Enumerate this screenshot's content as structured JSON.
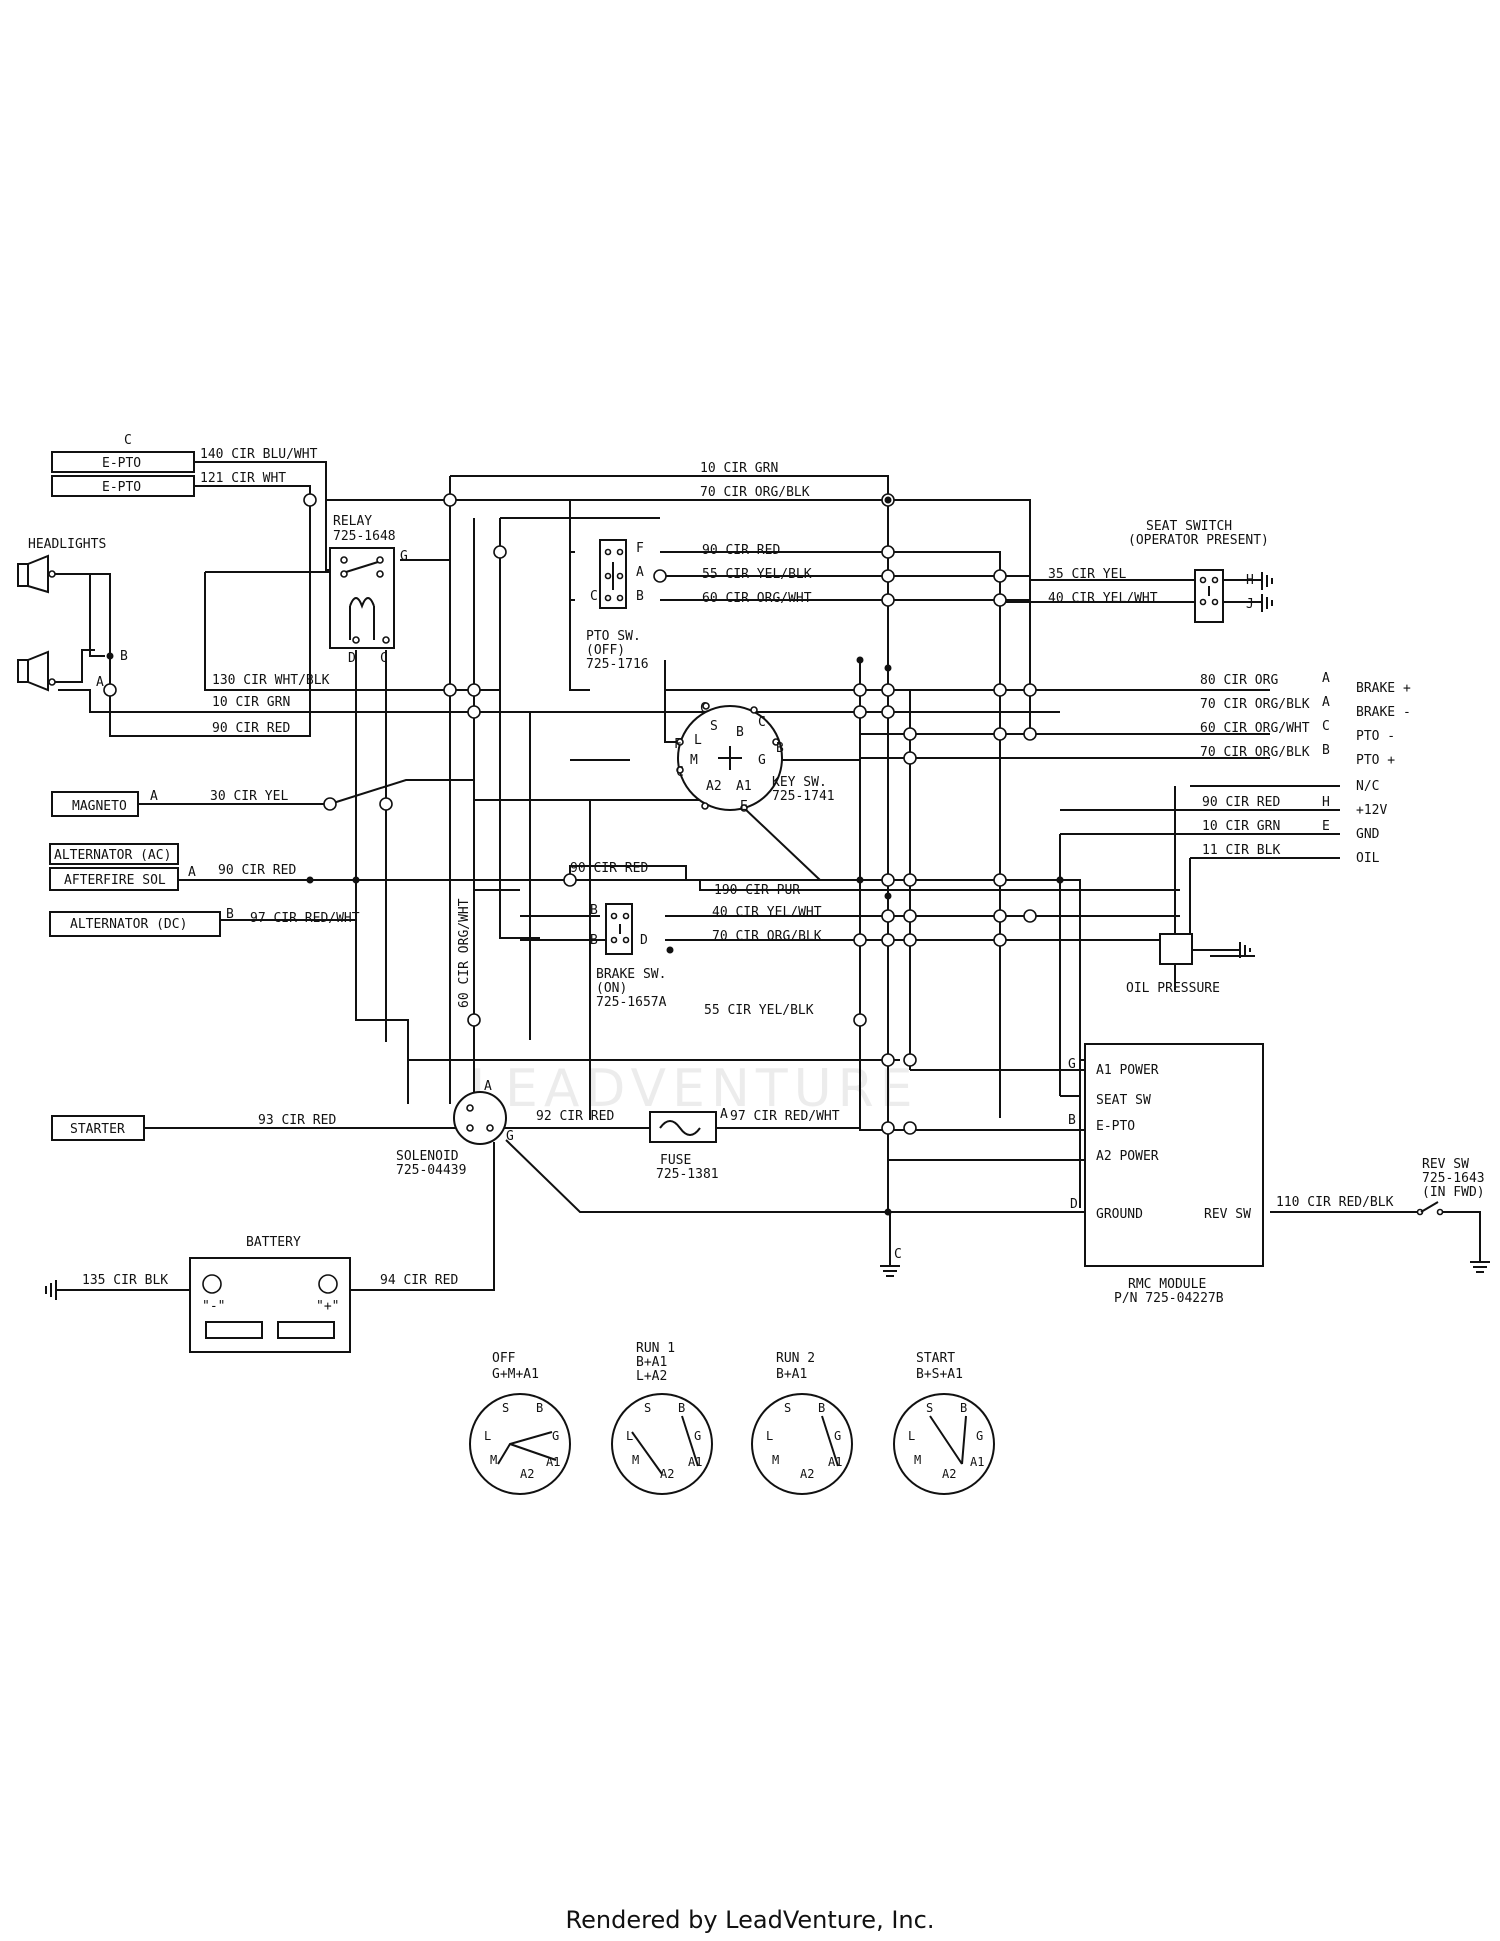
{
  "footer": "Rendered by LeadVenture, Inc.",
  "watermark": "LEADVENTURE",
  "components": {
    "epto_group": "C",
    "epto1": "E-PTO",
    "epto2": "E-PTO",
    "headlights": "HEADLIGHTS",
    "relay": [
      "RELAY",
      "725-1648"
    ],
    "pto_sw": [
      "PTO SW.",
      "(OFF)",
      "725-1716"
    ],
    "seat_switch": [
      "SEAT SWITCH",
      "(OPERATOR PRESENT)"
    ],
    "key_sw": [
      "KEY SW.",
      "725-1741"
    ],
    "magneto": "MAGNETO",
    "alternator_ac": "ALTERNATOR (AC)",
    "afterfire": "AFTERFIRE SOL",
    "alternator_dc": "ALTERNATOR (DC)",
    "brake_sw": [
      "BRAKE SW.",
      "(ON)",
      "725-1657A"
    ],
    "oil_pressure": "OIL PRESSURE",
    "starter": "STARTER",
    "solenoid": [
      "SOLENOID",
      "725-04439"
    ],
    "fuse": [
      "FUSE",
      "725-1381"
    ],
    "battery": "BATTERY",
    "battery_neg": "\"-\"",
    "battery_pos": "\"+\"",
    "rmc_module": [
      "RMC MODULE",
      "P/N 725-04227B"
    ],
    "rmc_pins": [
      "A1 POWER",
      "SEAT SW",
      "E-PTO",
      "A2 POWER",
      "GROUND",
      "REV SW"
    ],
    "rev_sw": [
      "REV SW",
      "725-1643",
      "(IN FWD)"
    ]
  },
  "connector": {
    "labels": [
      "BRAKE +",
      "BRAKE -",
      "PTO -",
      "PTO +",
      "N/C",
      "+12V",
      "GND",
      "OIL"
    ],
    "pins": [
      "A",
      "A",
      "C",
      "B",
      "H",
      "E"
    ]
  },
  "wires": [
    "140 CIR BLU/WHT",
    "121 CIR WHT",
    "10 CIR GRN",
    "70 CIR ORG/BLK",
    "90 CIR RED",
    "55 CIR YEL/BLK",
    "60 CIR ORG/WHT",
    "35 CIR YEL",
    "40 CIR YEL/WHT",
    "130 CIR WHT/BLK",
    "10 CIR GRN",
    "90 CIR RED",
    "80 CIR ORG",
    "70 CIR ORG/BLK",
    "60 CIR ORG/WHT",
    "70 CIR ORG/BLK",
    "90 CIR RED",
    "10 CIR GRN",
    "11 CIR BLK",
    "30 CIR YEL",
    "90 CIR RED",
    "90 CIR RED",
    "190 CIR PUR",
    "97 CIR RED/WHT",
    "40 CIR YEL/WHT",
    "70 CIR ORG/BLK",
    "55 CIR YEL/BLK",
    "60 CIR ORG/WHT",
    "93 CIR RED",
    "92 CIR RED",
    "97 CIR RED/WHT",
    "110 CIR RED/BLK",
    "135 CIR BLK",
    "94 CIR RED"
  ],
  "key_positions": [
    {
      "title": "OFF",
      "combo": [
        "G+M+A1"
      ]
    },
    {
      "title": "RUN 1",
      "combo": [
        "B+A1",
        "L+A2"
      ]
    },
    {
      "title": "RUN 2",
      "combo": [
        "B+A1"
      ]
    },
    {
      "title": "START",
      "combo": [
        "B+S+A1"
      ]
    }
  ]
}
